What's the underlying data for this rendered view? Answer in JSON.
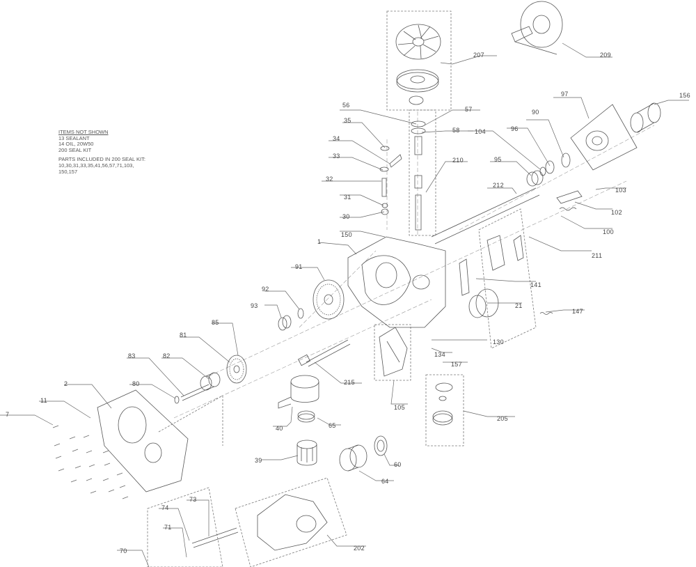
{
  "notes": {
    "title": "ITEMS NOT SHOWN",
    "items": [
      "13 SEALANT",
      "14 OIL, 20W50",
      "200 SEAL KIT"
    ],
    "kit_heading": "PARTS INCLUDED IN 200 SEAL KIT:",
    "kit_lines": [
      "10,30,31,33,35,41,56,57,71,103,",
      "150,157"
    ]
  },
  "callouts": [
    {
      "id": "c209",
      "text": "209"
    },
    {
      "id": "c207",
      "text": "207"
    },
    {
      "id": "c97",
      "text": "97"
    },
    {
      "id": "c156",
      "text": "156"
    },
    {
      "id": "c56",
      "text": "56"
    },
    {
      "id": "c57",
      "text": "57"
    },
    {
      "id": "c35",
      "text": "35"
    },
    {
      "id": "c58",
      "text": "58"
    },
    {
      "id": "c104",
      "text": "104"
    },
    {
      "id": "c96",
      "text": "96"
    },
    {
      "id": "c90",
      "text": "90"
    },
    {
      "id": "c34",
      "text": "34"
    },
    {
      "id": "c33",
      "text": "33"
    },
    {
      "id": "c210",
      "text": "210"
    },
    {
      "id": "c95",
      "text": "95"
    },
    {
      "id": "c32",
      "text": "32"
    },
    {
      "id": "c212",
      "text": "212"
    },
    {
      "id": "c103",
      "text": "103"
    },
    {
      "id": "c31",
      "text": "31"
    },
    {
      "id": "c102",
      "text": "102"
    },
    {
      "id": "c30",
      "text": "30"
    },
    {
      "id": "c100",
      "text": "100"
    },
    {
      "id": "c150",
      "text": "150"
    },
    {
      "id": "c1",
      "text": "1"
    },
    {
      "id": "c211",
      "text": "211"
    },
    {
      "id": "c91",
      "text": "91"
    },
    {
      "id": "c141",
      "text": "141"
    },
    {
      "id": "c92",
      "text": "92"
    },
    {
      "id": "c93",
      "text": "93"
    },
    {
      "id": "c21",
      "text": "21"
    },
    {
      "id": "c147",
      "text": "147"
    },
    {
      "id": "c85",
      "text": "85"
    },
    {
      "id": "c81",
      "text": "81"
    },
    {
      "id": "c130",
      "text": "130"
    },
    {
      "id": "c134",
      "text": "134"
    },
    {
      "id": "c83",
      "text": "83"
    },
    {
      "id": "c82",
      "text": "82"
    },
    {
      "id": "c157",
      "text": "157"
    },
    {
      "id": "c215",
      "text": "215"
    },
    {
      "id": "c2",
      "text": "2"
    },
    {
      "id": "c80",
      "text": "80"
    },
    {
      "id": "c105",
      "text": "105"
    },
    {
      "id": "c11",
      "text": "11"
    },
    {
      "id": "c7",
      "text": "7"
    },
    {
      "id": "c40",
      "text": "40"
    },
    {
      "id": "c65",
      "text": "65"
    },
    {
      "id": "c205",
      "text": "205"
    },
    {
      "id": "c39",
      "text": "39"
    },
    {
      "id": "c60",
      "text": "60"
    },
    {
      "id": "c64",
      "text": "64"
    },
    {
      "id": "c73",
      "text": "73"
    },
    {
      "id": "c74",
      "text": "74"
    },
    {
      "id": "c71",
      "text": "71"
    },
    {
      "id": "c70",
      "text": "70"
    },
    {
      "id": "c202",
      "text": "202"
    }
  ]
}
